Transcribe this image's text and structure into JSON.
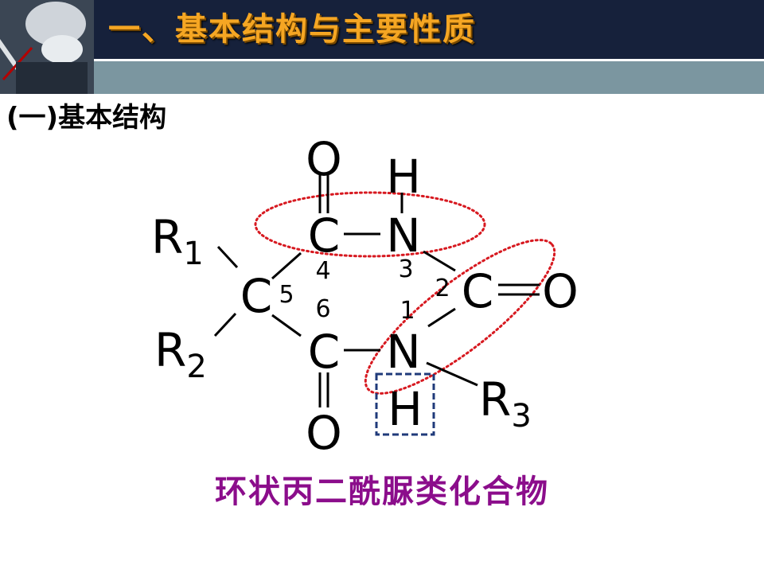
{
  "header": {
    "title": "一、基本结构与主要性质",
    "photo_icon": "syringe-photo"
  },
  "section": {
    "subtitle": "(一)基本结构"
  },
  "structure": {
    "atoms": {
      "o_top": "O",
      "h_top": "H",
      "c4": "C",
      "n3": "N",
      "c2": "C",
      "o_right": "O",
      "c5": "C",
      "n1": "N",
      "c6": "C",
      "o_bottom": "O",
      "h_bottom": "H"
    },
    "substituents": {
      "r1": "R",
      "r1_sub": "1",
      "r2": "R",
      "r2_sub": "2",
      "r3": "R",
      "r3_sub": "3"
    },
    "positions": {
      "p1": "1",
      "p2": "2",
      "p3": "3",
      "p4": "4",
      "p5": "5",
      "p6": "6"
    },
    "colors": {
      "highlight": "#d71920",
      "box": "#1f3a7a"
    }
  },
  "caption": "环状丙二酰脲类化合物",
  "colors": {
    "banner": "#16213b",
    "banner_lower": "#7b96a0",
    "title": "#f5a623",
    "caption": "#8b0d8b"
  }
}
